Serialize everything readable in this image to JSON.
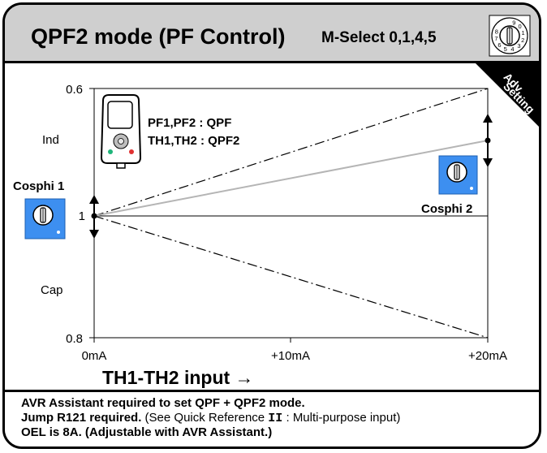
{
  "header": {
    "title": "QPF2 mode (PF Control)",
    "mselect": "M-Select 0,1,4,5",
    "dial_digits": [
      "9",
      "0",
      "1",
      "2",
      "3",
      "4",
      "5",
      "6",
      "7",
      "8"
    ],
    "badge": "Adv. Setting"
  },
  "diagram": {
    "y_top_label": "0.6",
    "y_mid_label": "1",
    "y_bottom_label": "0.8",
    "ind_label": "Ind",
    "cap_label": "Cap",
    "x_ticks": [
      "0mA",
      "+10mA",
      "+20mA"
    ],
    "x_axis_title": "TH1-TH2 input →",
    "cosphi1": "Cosphi 1",
    "cosphi2": "Cosphi 2",
    "remote_line1": "PF1,PF2 : QPF",
    "remote_line2": "TH1,TH2 : QPF2"
  },
  "footer": {
    "line1": "AVR Assistant required to set QPF + QPF2 mode.",
    "line2_bold": "Jump R121 required.",
    "line2_rest_a": " (See Quick Reference ",
    "line2_ref": "II",
    "line2_rest_b": " : Multi-purpose input)",
    "line3": "OEL is 8A. (Adjustable with AVR Assistant.)"
  },
  "colors": {
    "header_bg": "#cfcfcf",
    "knob_blue": "#3d8ff0",
    "gray_line": "#b5b5b5"
  }
}
